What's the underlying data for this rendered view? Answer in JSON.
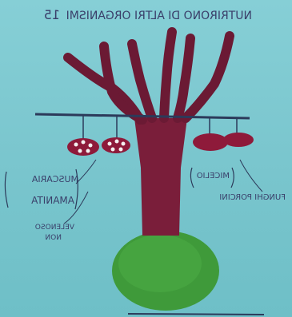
{
  "title_text": "NUTRIRONO DI ALTRI ORGANISMI",
  "page_number": "15",
  "left_label_top": "MUSCARIA",
  "left_label_main": "AMANITA",
  "left_label_note": "VELENOSO",
  "left_label_note2": "NON",
  "right_label_top": "MICELIO",
  "right_label_main": "FUNGHI PORCINI",
  "colors": {
    "paper": "#7dc8d0",
    "trunk": "#7a1e3a",
    "branch": "#6b1a34",
    "mushroom_red": "#8e1a3a",
    "mushroom_spots": "#f4f0f0",
    "ground": "#3f9a3a",
    "ink": "#2c3a5a"
  }
}
